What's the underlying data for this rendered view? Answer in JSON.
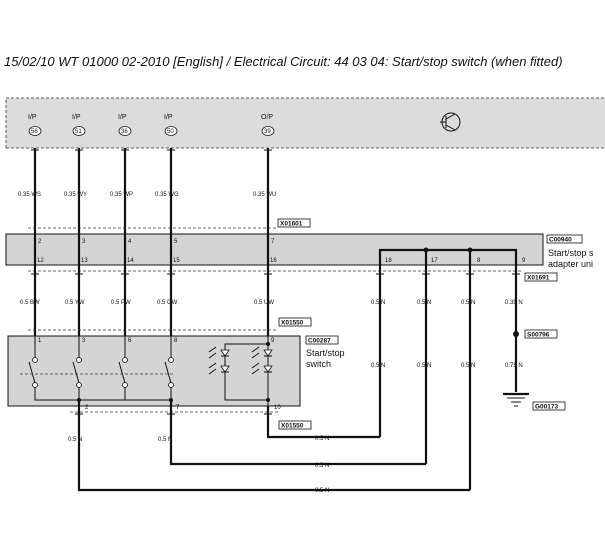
{
  "header": {
    "title": "15/02/10  WT 01000 02-2010 [English] / Electrical Circuit: 44 03 04: Start/stop switch (when fitted)"
  },
  "ecu": {
    "pins": [
      {
        "io": "I/P",
        "num": "56",
        "wire": "0.35 WS"
      },
      {
        "io": "I/P",
        "num": "51",
        "wire": "0.35 WY"
      },
      {
        "io": "I/P",
        "num": "36",
        "wire": "0.35 WP"
      },
      {
        "io": "I/P",
        "num": "50",
        "wire": "0.35 WG"
      },
      {
        "io": "O/P",
        "num": "39",
        "wire": "0.35 WU"
      }
    ]
  },
  "connector_x01601": "X01601",
  "adapter": {
    "code": "C00940",
    "label_line1": "Start/stop s",
    "label_line2": "adapter uni",
    "top_pins": [
      "2",
      "3",
      "4",
      "5",
      "7"
    ],
    "bottom_pins": [
      "12",
      "13",
      "14",
      "15",
      "16",
      "18",
      "17",
      "8",
      "9"
    ]
  },
  "connector_x01691": "X01691",
  "mid_wires": [
    "0.5 BW",
    "0.5 YW",
    "0.5 PW",
    "0.5 GW",
    "0.5 UW",
    "0.5 N",
    "0.5 N",
    "0.5 N",
    "0.35 N"
  ],
  "connector_x01550_top": "X01550",
  "switch": {
    "code": "C00287",
    "label_line1": "Start/stop",
    "label_line2": "switch",
    "top_pins": [
      "1",
      "3",
      "6",
      "8",
      "9"
    ],
    "bottom_pins": [
      "2",
      "7",
      "10"
    ]
  },
  "connector_x01550_bottom": "X01550",
  "splice": "S00796",
  "lower_wires": [
    "0.5 N",
    "0.5 N",
    "0.5 N",
    "0.75 N"
  ],
  "ground": "G00173",
  "bottom_left_wires": [
    "0.5 N",
    "0.5 N"
  ],
  "return_wires": [
    "0.5 N",
    "0.5 N",
    "0.5 N"
  ]
}
